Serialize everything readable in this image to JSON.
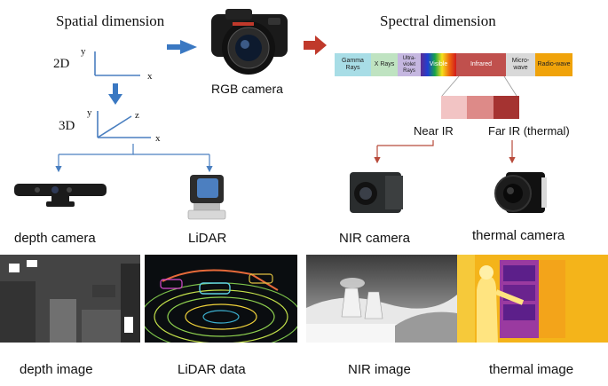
{
  "spatial": {
    "title": "Spatial dimension",
    "label_2d": "2D",
    "label_3d": "3D",
    "axis_x": "x",
    "axis_y": "y",
    "axis_z": "z"
  },
  "spectral": {
    "title": "Spectral dimension",
    "bands": [
      {
        "label": "Gamma Rays",
        "color": "#a8dde6"
      },
      {
        "label": "X Rays",
        "color": "#bfe3c1"
      },
      {
        "label": "Ultra-violet Rays",
        "color": "#c5b7e0"
      },
      {
        "label": "Visible",
        "color": "#6fb36a"
      },
      {
        "label": "Infrared",
        "color": "#c0504d"
      },
      {
        "label": "Micro-wave",
        "color": "#d9d9d9"
      },
      {
        "label": "Radio-wave",
        "color": "#f0a30a"
      }
    ],
    "near_ir": "Near IR",
    "far_ir": "Far IR (thermal)"
  },
  "center": {
    "camera_label": "RGB camera"
  },
  "devices": {
    "depth_camera": "depth camera",
    "lidar": "LiDAR",
    "nir_camera": "NIR camera",
    "thermal_camera": "thermal camera"
  },
  "images": {
    "depth_image": "depth image",
    "lidar_data": "LiDAR data",
    "nir_image": "NIR image",
    "thermal_image": "thermal image"
  },
  "colors": {
    "arrow_blue": "#3a78c2",
    "arrow_red": "#c0392b",
    "line_blue": "#4a7fc0",
    "line_red": "#b84a3a"
  }
}
